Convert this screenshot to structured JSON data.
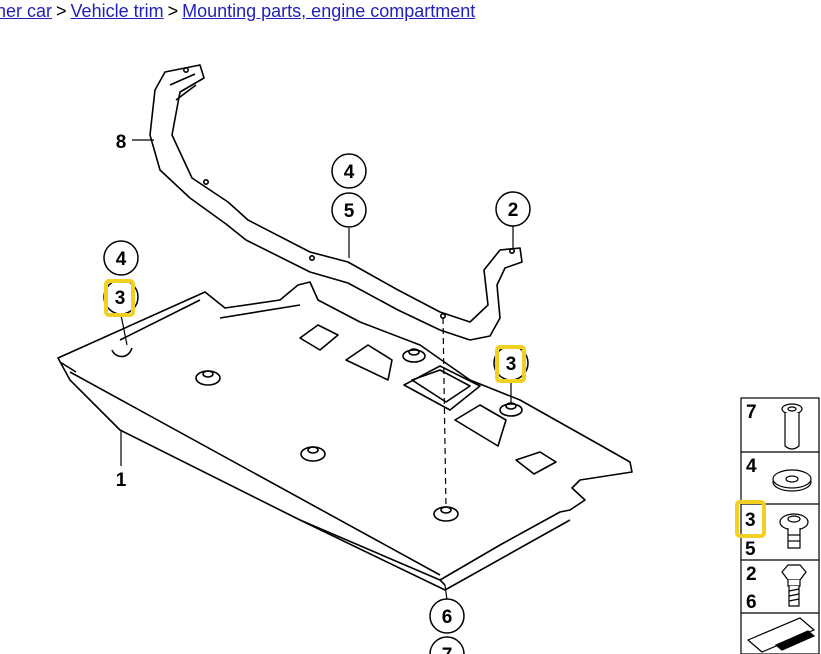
{
  "breadcrumb": {
    "items": [
      {
        "label": "her car"
      },
      {
        "label": "Vehicle trim"
      },
      {
        "label": "Mounting parts, engine compartment"
      }
    ],
    "separator": ">"
  },
  "diagram": {
    "callouts": [
      "8",
      "4",
      "5",
      "2",
      "4",
      "3",
      "3",
      "1",
      "6",
      "7"
    ],
    "legend": {
      "rows": [
        {
          "labels": [
            "7"
          ]
        },
        {
          "labels": [
            "4"
          ]
        },
        {
          "labels": [
            "3",
            "5"
          ]
        },
        {
          "labels": [
            "2",
            "6"
          ]
        },
        {
          "labels": []
        }
      ]
    },
    "highlight_color": "#f0d020"
  }
}
